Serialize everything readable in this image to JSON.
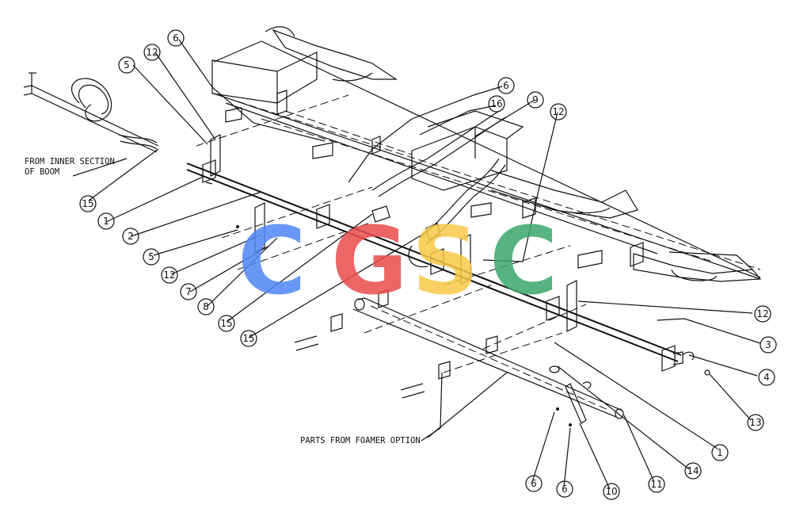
{
  "notes": {
    "inner_section_line1": "FROM INNER SECTION",
    "inner_section_line2": "OF BOOM",
    "foamer_option": "PARTS FROM FOAMER OPTION"
  },
  "callouts": {
    "c5a": "5",
    "c12a": "12",
    "c6a": "6",
    "c6b": "6",
    "c16": "16",
    "c9": "9",
    "c12b": "12",
    "c15a": "15",
    "c1a": "1",
    "c2": "2",
    "c5b": "5",
    "c12c": "12",
    "c7": "7",
    "c8": "8",
    "c15b": "15",
    "c15c": "15",
    "c12d": "12",
    "c3": "3",
    "c4": "4",
    "c13": "13",
    "c1b": "1",
    "c14": "14",
    "c11": "11",
    "c10": "10",
    "c6c": "6",
    "c6d": "6"
  },
  "watermark": {
    "letters": [
      "C",
      "G",
      "S",
      "C"
    ],
    "colors": [
      "#4f86f7",
      "#ea4c4c",
      "#f9c846",
      "#3aa86b"
    ]
  }
}
